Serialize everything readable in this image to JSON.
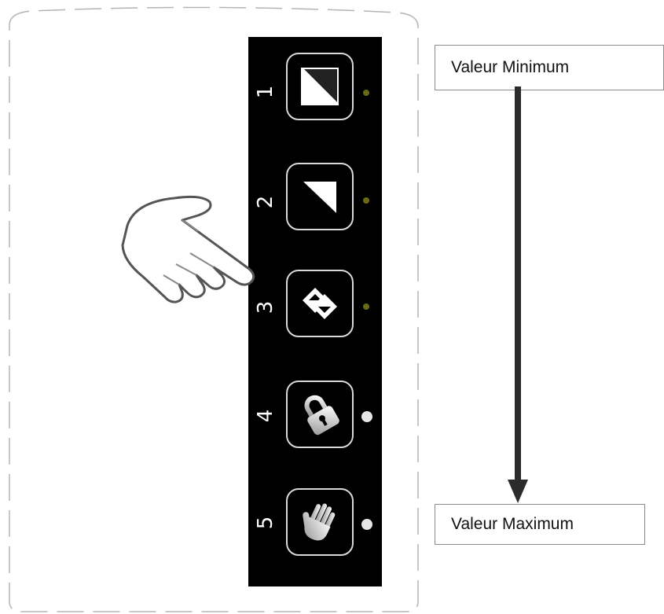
{
  "labels": {
    "min": "Valeur Minimum",
    "max": "Valeur Maximum"
  },
  "buttons": [
    {
      "number": "1",
      "icon": "half-triangle-square-icon",
      "led": "dim"
    },
    {
      "number": "2",
      "icon": "corner-triangle-icon",
      "led": "dim"
    },
    {
      "number": "3",
      "icon": "double-diamond-arrows-icon",
      "led": "dim"
    },
    {
      "number": "4",
      "icon": "padlock-icon",
      "led": "on"
    },
    {
      "number": "5",
      "icon": "open-hand-icon",
      "led": "on"
    }
  ],
  "colors": {
    "panel": "#000000",
    "button_border": "#d9d9d9",
    "led_dim": "#6b6a12",
    "led_on": "#e6e6e6",
    "arrow": "#2b2b2b"
  },
  "pointer": "pointing-hand-icon"
}
